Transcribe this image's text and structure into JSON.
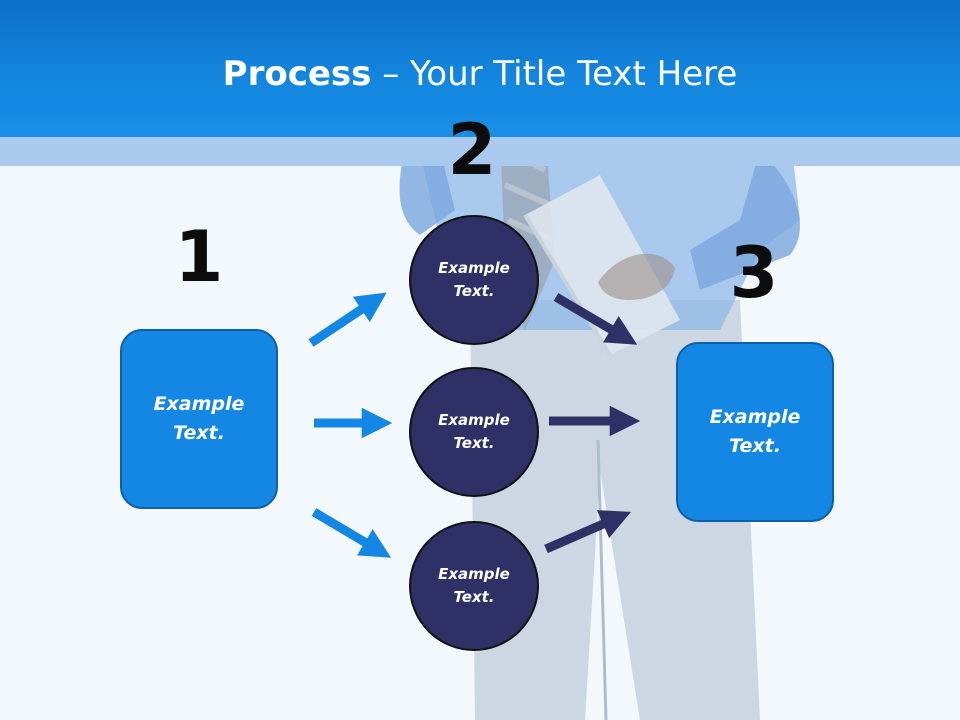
{
  "title": {
    "bold": "Process",
    "separator": " – ",
    "rest": "Your Title Text Here"
  },
  "steps": [
    {
      "number": "1",
      "text_line1": "Example",
      "text_line2": "Text."
    },
    {
      "number": "2"
    },
    {
      "number": "3",
      "text_line1": "Example",
      "text_line2": "Text."
    }
  ],
  "circles": [
    {
      "text_line1": "Example",
      "text_line2": "Text."
    },
    {
      "text_line1": "Example",
      "text_line2": "Text."
    },
    {
      "text_line1": "Example",
      "text_line2": "Text."
    }
  ],
  "colors": {
    "header": "#1385de",
    "box": "#1486e4",
    "circle": "#2f3166",
    "arrow_left": "#1486e4",
    "arrow_right": "#2f3166"
  }
}
